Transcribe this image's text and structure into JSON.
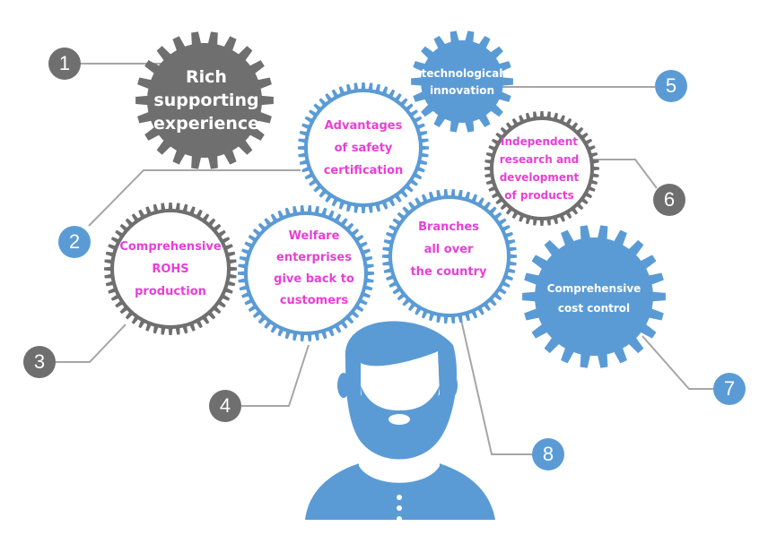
{
  "colors": {
    "blue": "#5b9bd5",
    "gray": "#6f6f6f",
    "magenta": "#e83fd6",
    "white": "#ffffff",
    "line": "#a6a6a6"
  },
  "items": [
    {
      "number": "1",
      "lines": [
        "Rich",
        "supporting",
        "experience"
      ],
      "style": "solid-gray"
    },
    {
      "number": "2",
      "lines": [
        "Advantages",
        "of safety",
        "certification"
      ],
      "style": "ring-blue"
    },
    {
      "number": "3",
      "lines": [
        "Comprehensive",
        "ROHS",
        "production"
      ],
      "style": "ring-gray"
    },
    {
      "number": "4",
      "lines": [
        "Welfare",
        "enterprises",
        "give back to",
        "customers"
      ],
      "style": "ring-blue"
    },
    {
      "number": "5",
      "lines": [
        "technological",
        "innovation"
      ],
      "style": "solid-blue"
    },
    {
      "number": "6",
      "lines": [
        "Independent",
        "research and",
        "development",
        "of products"
      ],
      "style": "ring-gray"
    },
    {
      "number": "7",
      "lines": [
        "Comprehensive",
        "cost control"
      ],
      "style": "solid-blue"
    },
    {
      "number": "8",
      "lines": [
        "Branches",
        "all over",
        "the country"
      ],
      "style": "ring-blue"
    }
  ]
}
